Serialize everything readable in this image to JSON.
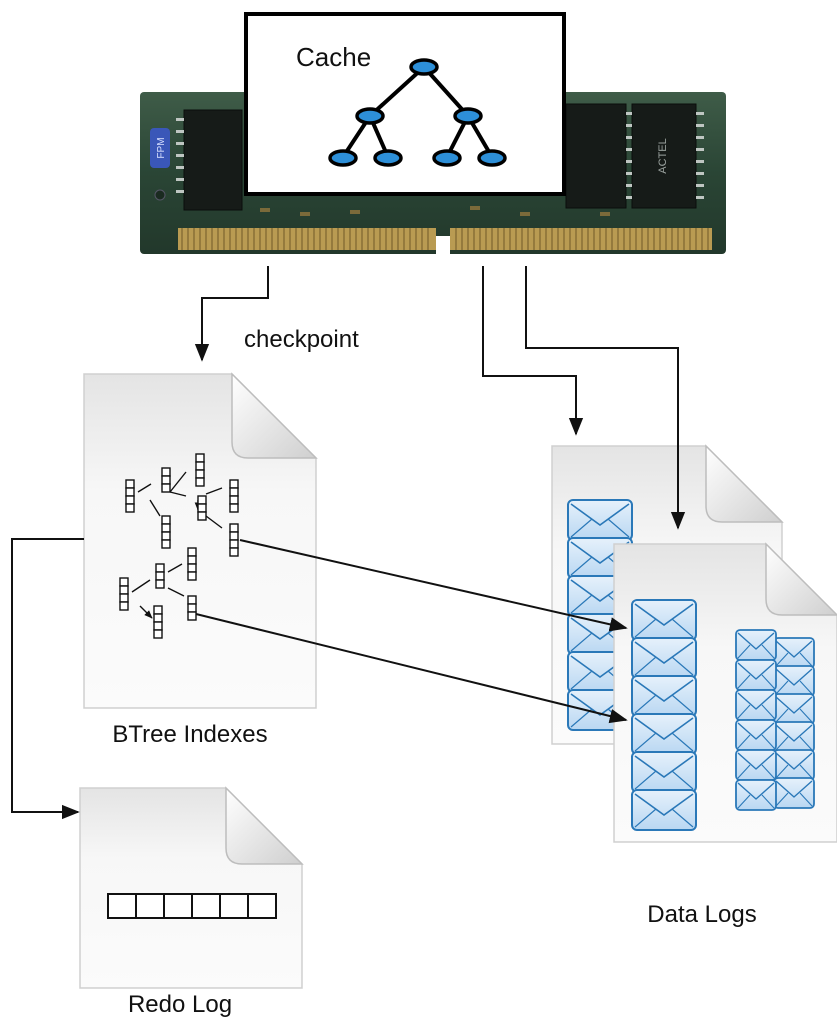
{
  "cache": {
    "label": "Cache"
  },
  "checkpoint": {
    "label": "checkpoint"
  },
  "btree": {
    "label": "BTree Indexes"
  },
  "redo": {
    "label": "Redo Log"
  },
  "datalogs": {
    "label": "Data Logs"
  },
  "memory_module": {
    "chip_brand": "FPM",
    "chip_text": "ACTEL"
  },
  "colors": {
    "pcb": "#2f4a3a",
    "gold": "#c8a860",
    "doc_fill": "#f0f0f0",
    "envelope_fill": "#cfe4f7",
    "envelope_stroke": "#2a78b8",
    "node_fill": "#2d8fd8",
    "line": "#111111"
  },
  "icons": [
    "memory-module-icon",
    "document-icon",
    "btree-icon",
    "envelope-icon"
  ]
}
